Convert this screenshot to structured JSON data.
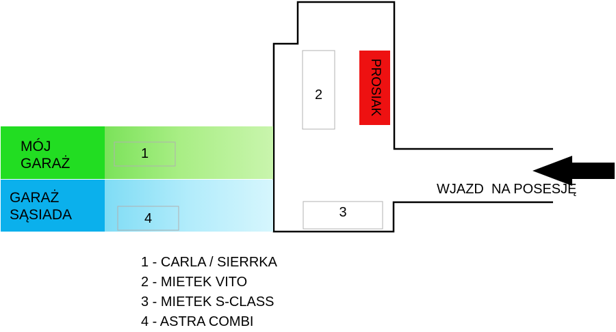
{
  "garages": {
    "mine_line1": "MÓJ",
    "mine_line2": "GARAŻ",
    "neighbor_line1": "GARAŻ",
    "neighbor_line2": "SĄSIADA"
  },
  "spots": {
    "spot1": "1",
    "spot2": "2",
    "spot3": "3",
    "spot4": "4"
  },
  "pig_label": "PROSIAK",
  "entrance_label": "WJAZD  NA POSESJĘ",
  "legend": [
    "1 - CARLA / SIERRKA",
    "2 - MIETEK VITO",
    "3 - MIETEK S-CLASS",
    "4 - ASTRA COMBI"
  ],
  "colors": {
    "my_garage": "#22dd22",
    "neighbor_garage": "#0bb0ec",
    "pig": "#ee1111"
  }
}
